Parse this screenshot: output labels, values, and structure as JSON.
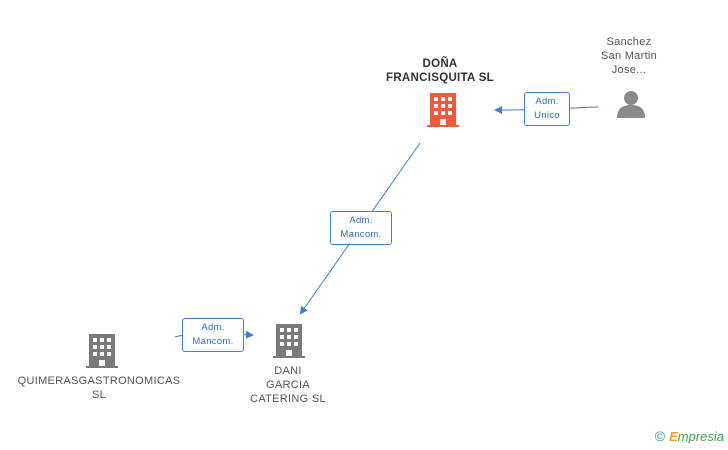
{
  "nodes": {
    "dona_francisquita": {
      "lines": [
        "DOÑA",
        "FRANCISQUITA SL"
      ],
      "color": "#f05a3c"
    },
    "sanchez": {
      "lines": [
        "Sanchez",
        "San Martin",
        "Jose..."
      ],
      "color": "#8a8a8a"
    },
    "dani_garcia": {
      "lines": [
        "DANI",
        "GARCIA",
        "CATERING SL"
      ],
      "color": "#7a7a7a"
    },
    "quimeras": {
      "lines": [
        "QUIMERASGASTRONOMICAS",
        "SL"
      ],
      "color": "#7a7a7a"
    }
  },
  "edges": {
    "sanchez_to_dona": {
      "lines": [
        "Adm.",
        "Unico"
      ]
    },
    "dona_to_dani": {
      "lines": [
        "Adm.",
        "Mancom."
      ]
    },
    "quimeras_to_dani": {
      "lines": [
        "Adm.",
        "Mancom."
      ]
    }
  },
  "colors": {
    "edge": "#3d7fd9",
    "main_company": "#f05a3c",
    "company": "#7a7a7a",
    "person": "#8a8a8a"
  },
  "footer": {
    "copyright": "©",
    "brand_first": "E",
    "brand_rest": "mpresia"
  }
}
